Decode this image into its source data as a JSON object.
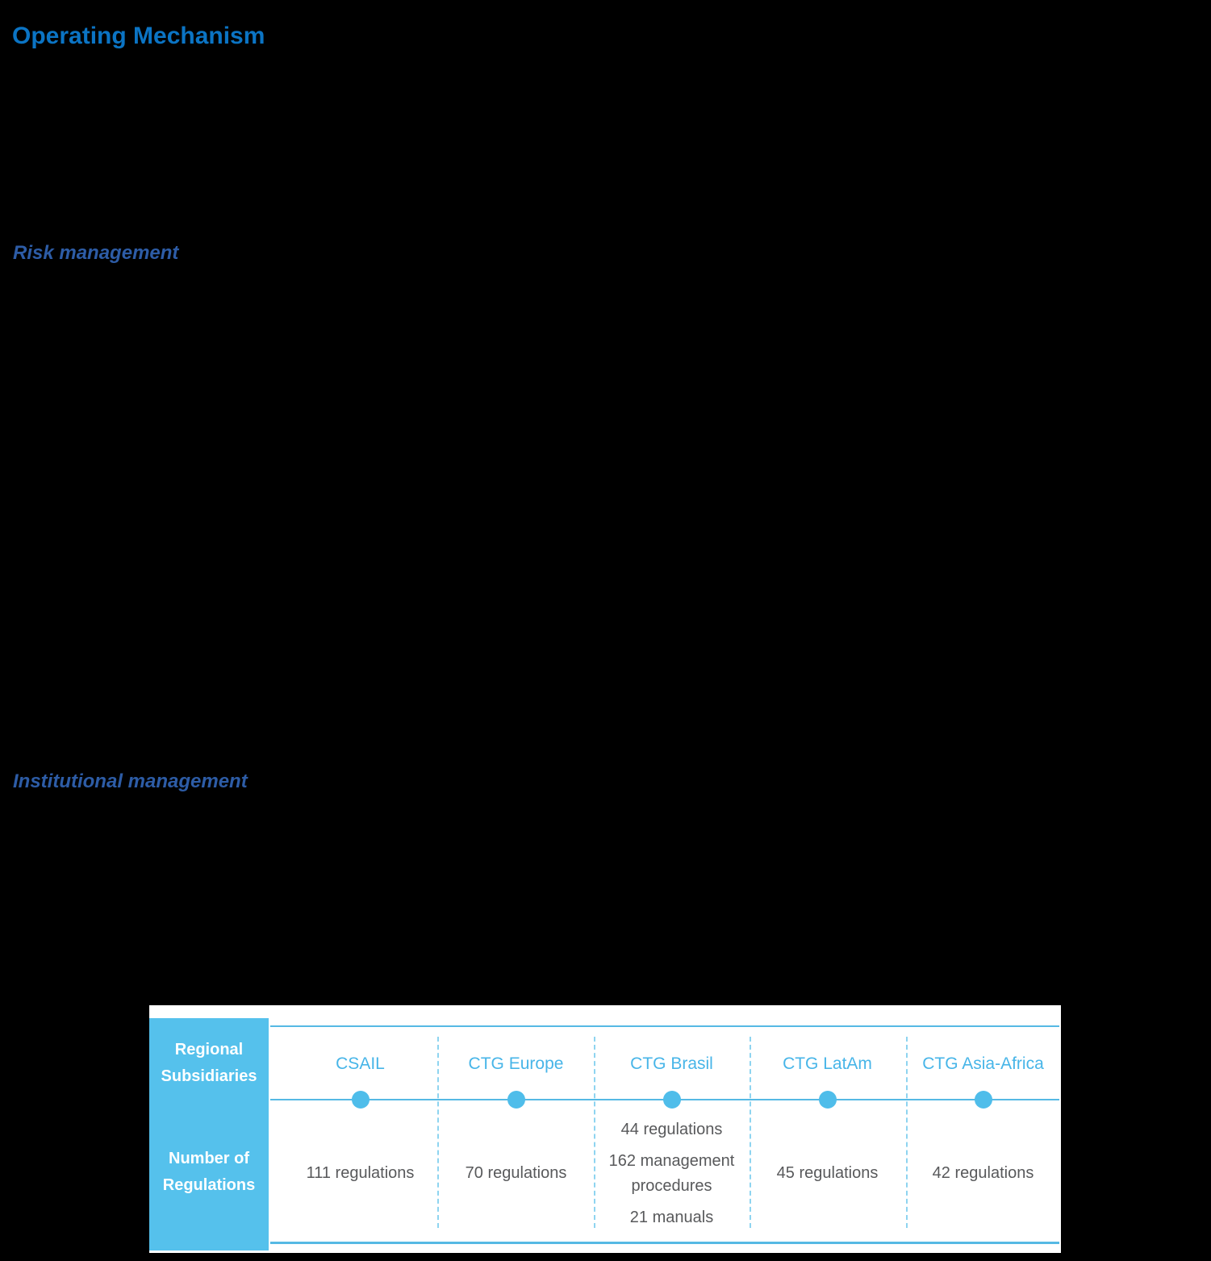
{
  "page": {
    "title": "Operating Mechanism",
    "sections": {
      "risk": {
        "heading": "Risk management"
      },
      "institutional": {
        "heading": "Institutional management"
      }
    }
  },
  "table": {
    "row_headers": {
      "subsidiaries": {
        "line1": "Regional",
        "line2": "Subsidiaries"
      },
      "regulations": {
        "line1": "Number of",
        "line2": "Regulations"
      }
    },
    "columns": [
      {
        "label": "CSAIL",
        "values": [
          "111 regulations"
        ]
      },
      {
        "label": "CTG Europe",
        "values": [
          "70 regulations"
        ]
      },
      {
        "label": "CTG Brasil",
        "values": [
          "44 regulations",
          "162 management procedures",
          "21 manuals"
        ]
      },
      {
        "label": "CTG LatAm",
        "values": [
          "45 regulations"
        ]
      },
      {
        "label": "CTG Asia-Africa",
        "values": [
          "42 regulations"
        ]
      }
    ],
    "colors": {
      "title_blue": "#0b74c4",
      "heading_blue": "#2d5ca6",
      "box_fill": "#55c1ec",
      "label_blue": "#47b5e8",
      "line_blue": "#56b9e4",
      "dashed_blue": "#8ed4f0",
      "cell_text": "#58595b",
      "panel_background": "#ffffff",
      "page_background": "#000000"
    }
  }
}
